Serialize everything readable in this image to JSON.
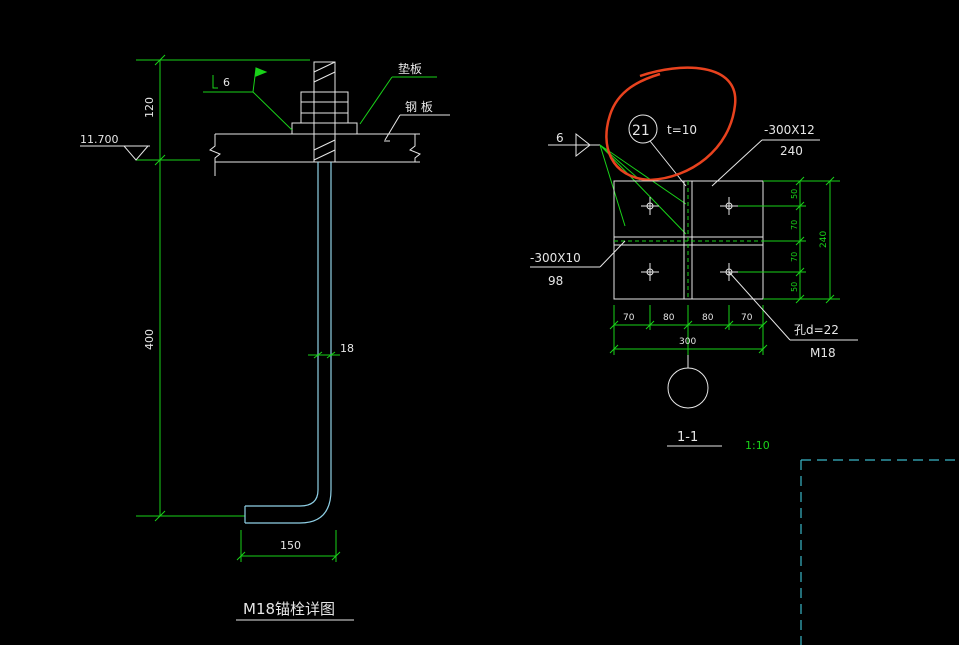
{
  "colors": {
    "background": "#000000",
    "line_white": "#e6e6e6",
    "dim_green": "#19d219",
    "bolt_cyan": "#8fd0e6",
    "markup_red": "#e8421e",
    "frame_cyan": "#3ab7c8"
  },
  "left_detail": {
    "weld_symbol": "6",
    "label_washer": "垫板",
    "label_plate": "钢 板",
    "elevation": "11.700",
    "dim_top": "120",
    "dim_length": "400",
    "dim_dia": "18",
    "dim_hook": "150",
    "title": "M18锚栓详图"
  },
  "right_detail": {
    "weld_size": "6",
    "callout_number": "21",
    "thickness": "t=10",
    "plate_top_spec": "-300X12",
    "plate_top_sub": "240",
    "plate_side_spec": "-300X10",
    "plate_side_sub": "98",
    "dims_right": [
      "50",
      "70",
      "70",
      "50"
    ],
    "dim_right_total": "240",
    "dims_bottom": [
      "70",
      "80",
      "80",
      "70"
    ],
    "dim_bottom_total": "300",
    "hole_spec": "孔d=22",
    "bolt_spec": "M18",
    "section_label": "1-1",
    "scale": "1:10"
  }
}
